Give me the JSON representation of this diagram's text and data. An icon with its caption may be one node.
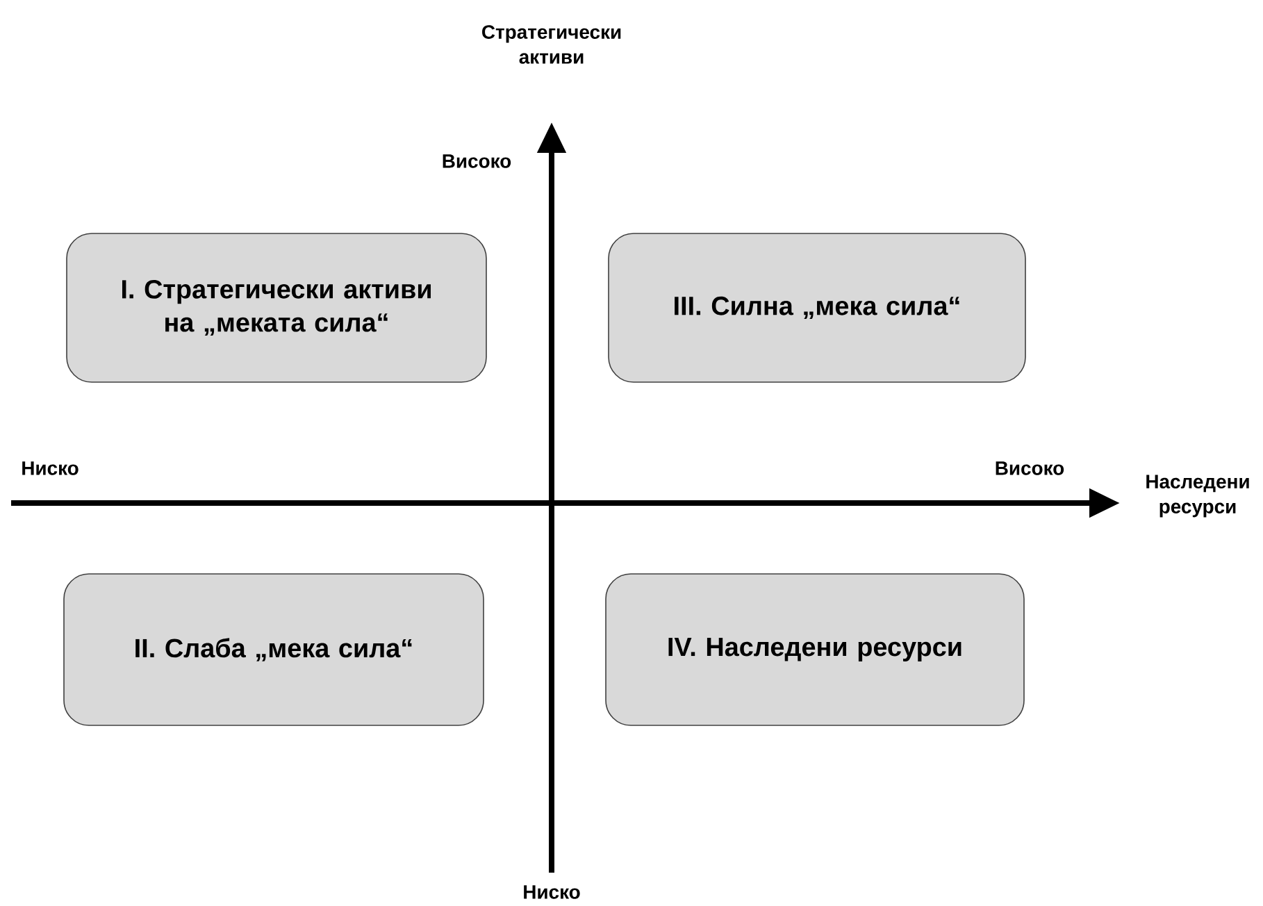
{
  "diagram": {
    "nodes": [
      {
        "text": [
          "I. Стратегически активи на „меката сила“"
        ]
      },
      {
        "text": [
          "III. Силна „мека сила“"
        ]
      },
      {
        "text": [
          "II. Слаба „мека сила“"
        ]
      },
      {
        "text": [
          "IV. Наследени ресурси"
        ]
      }
    ],
    "labels": [
      "Стратегически активи",
      "Високо",
      "Ниско",
      "Високо",
      "Наследени ресурси",
      "Ниско"
    ]
  }
}
